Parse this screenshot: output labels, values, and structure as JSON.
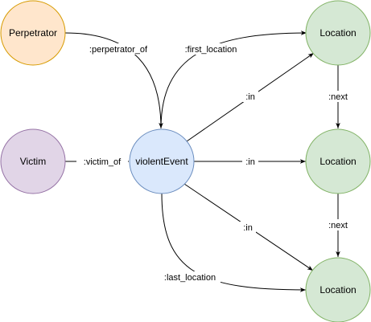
{
  "nodes": {
    "perpetrator": {
      "label": "Perpetrator",
      "fill": "#ffe6cc",
      "stroke": "#d79b00"
    },
    "victim": {
      "label": "Victim",
      "fill": "#e1d5e7",
      "stroke": "#9673a6"
    },
    "violent_event": {
      "label": "violentEvent",
      "fill": "#dae8fc",
      "stroke": "#6c8ebf"
    },
    "location_top": {
      "label": "Location",
      "fill": "#d5e8d4",
      "stroke": "#82b366"
    },
    "location_middle": {
      "label": "Location",
      "fill": "#d5e8d4",
      "stroke": "#82b366"
    },
    "location_bottom": {
      "label": "Location",
      "fill": "#d5e8d4",
      "stroke": "#82b366"
    }
  },
  "edges": {
    "perpetrator_of": {
      "label": ":perpetrator_of"
    },
    "first_location": {
      "label": ":first_location"
    },
    "in_top": {
      "label": ":in"
    },
    "victim_of": {
      "label": ":victim_of"
    },
    "in_middle": {
      "label": ":in"
    },
    "in_bottom": {
      "label": ":in"
    },
    "last_location": {
      "label": ":last_location"
    },
    "next_top": {
      "label": ":next"
    },
    "next_bottom": {
      "label": ":next"
    }
  }
}
